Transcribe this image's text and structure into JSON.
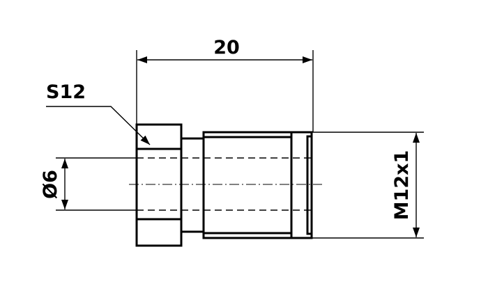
{
  "drawing": {
    "length_label": "20",
    "hex_label": "S12",
    "bore_label": "Ø6",
    "thread_label": "M12x1",
    "line_color": "#000000",
    "background_color": "#ffffff"
  }
}
